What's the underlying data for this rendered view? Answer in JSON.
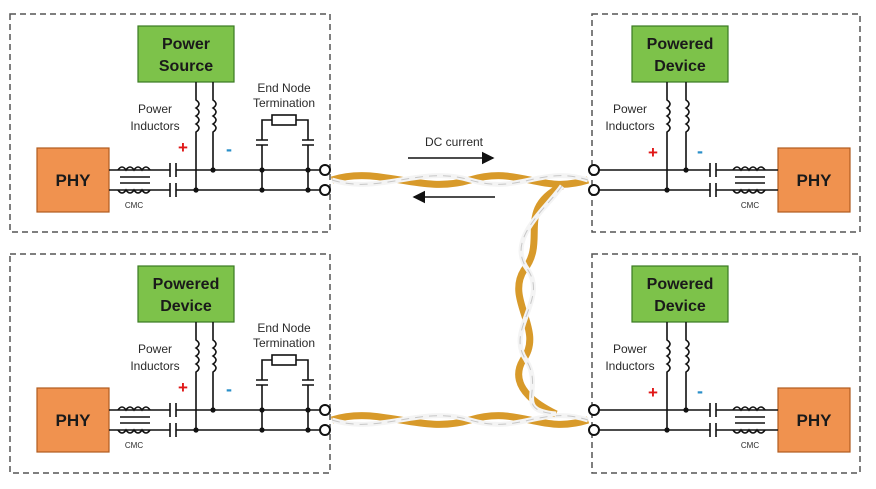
{
  "colors": {
    "green_box": "#7dc24a",
    "orange_box": "#f0924f",
    "cable_orange": "#d89a2a",
    "cable_white": "#f4f4f4",
    "plus_red": "#e01818",
    "minus_blue": "#2a8fc8"
  },
  "panels": {
    "top_left": {
      "box_line1": "Power",
      "box_line2": "Source",
      "phy": "PHY",
      "inductors_line1": "Power",
      "inductors_line2": "Inductors",
      "termination_line1": "End Node",
      "termination_line2": "Termination",
      "cmc": "CMC",
      "plus": "+",
      "minus": "-"
    },
    "bottom_left": {
      "box_line1": "Powered",
      "box_line2": "Device",
      "phy": "PHY",
      "inductors_line1": "Power",
      "inductors_line2": "Inductors",
      "termination_line1": "End Node",
      "termination_line2": "Termination",
      "cmc": "CMC",
      "plus": "+",
      "minus": "-"
    },
    "top_right": {
      "box_line1": "Powered",
      "box_line2": "Device",
      "phy": "PHY",
      "inductors_line1": "Power",
      "inductors_line2": "Inductors",
      "cmc": "CMC",
      "plus": "+",
      "minus": "-"
    },
    "bottom_right": {
      "box_line1": "Powered",
      "box_line2": "Device",
      "phy": "PHY",
      "inductors_line1": "Power",
      "inductors_line2": "Inductors",
      "cmc": "CMC",
      "plus": "+",
      "minus": "-"
    }
  },
  "dc_current_label": "DC current"
}
